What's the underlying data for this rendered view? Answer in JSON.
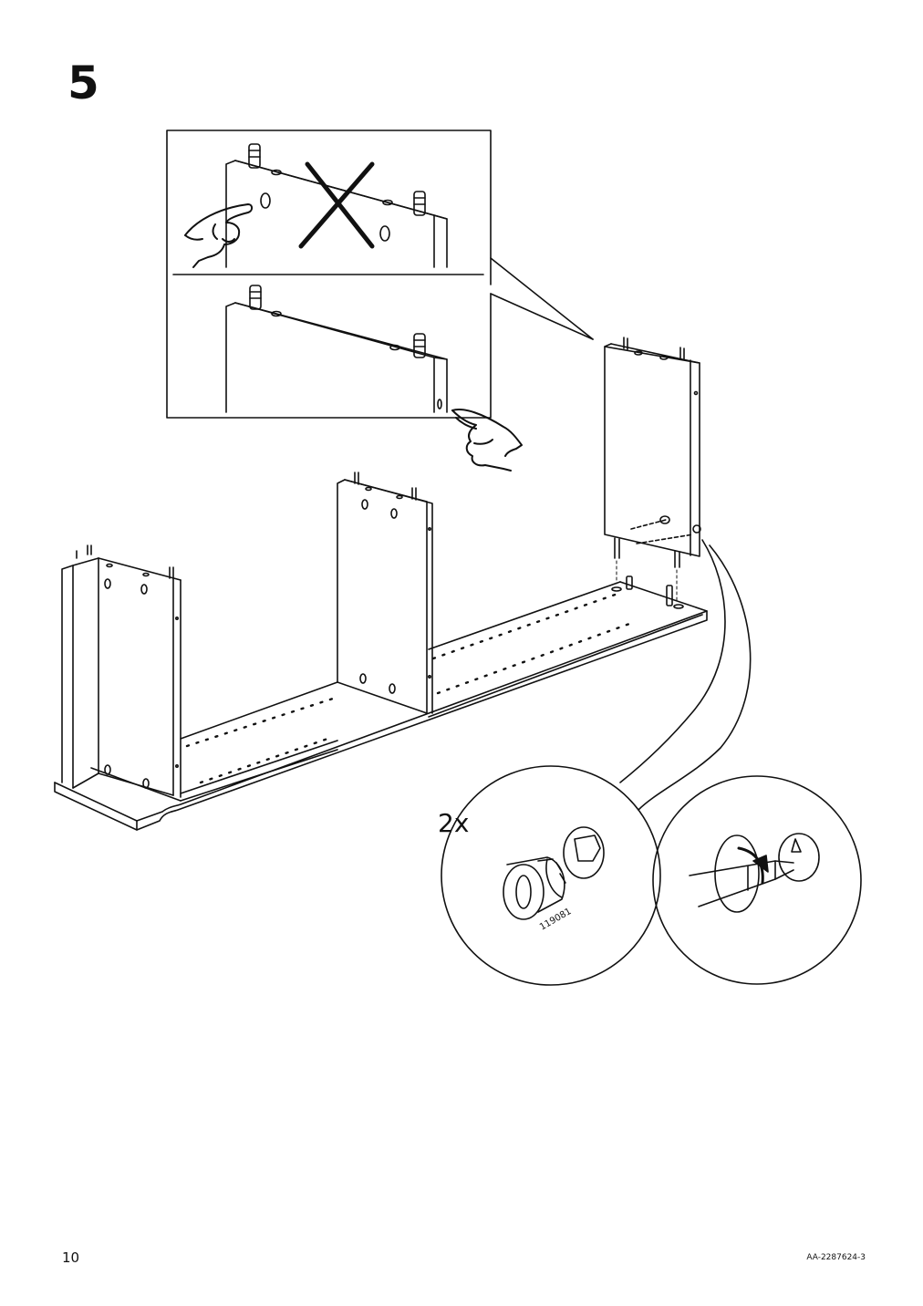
{
  "step": {
    "number": "5"
  },
  "detail": {
    "quantity_label": "2x",
    "part_number": "119081"
  },
  "footer": {
    "page_number": "10",
    "document_code": "AA-2287624-3"
  },
  "icons": [
    "pointing-hand-icon",
    "wrong-cross-icon",
    "rotate-arrow-icon"
  ],
  "colors": {
    "line": "#111111",
    "background": "#ffffff"
  }
}
